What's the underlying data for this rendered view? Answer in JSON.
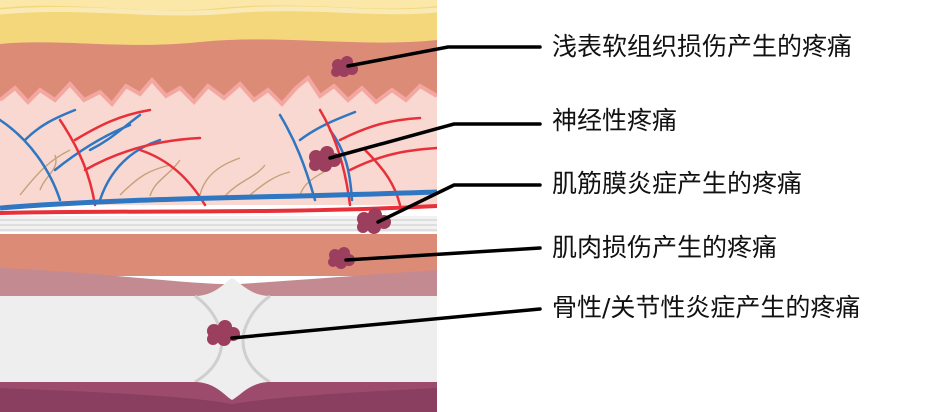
{
  "labels": {
    "l1": "浅表软组织损伤产生的疼痛",
    "l2": "神经性疼痛",
    "l3": "肌筋膜炎症产生的疼痛",
    "l4": "肌肉损伤产生的疼痛",
    "l5": "骨性/关节性炎症产生的疼痛"
  },
  "colors": {
    "skin_yellow": "#F4D77A",
    "muscle": "#DC8B77",
    "dermis": "#F8D8D0",
    "nerve_blue": "#2F77C2",
    "vessel_red": "#E8303A",
    "nerve_tan": "#C7A07A",
    "pain_spot": "#9C3E5E",
    "bone": "#EEEEEE",
    "marrow": "#9D4B6D",
    "leader_line": "#000000"
  },
  "icons": [
    "pain-spot-icon"
  ]
}
